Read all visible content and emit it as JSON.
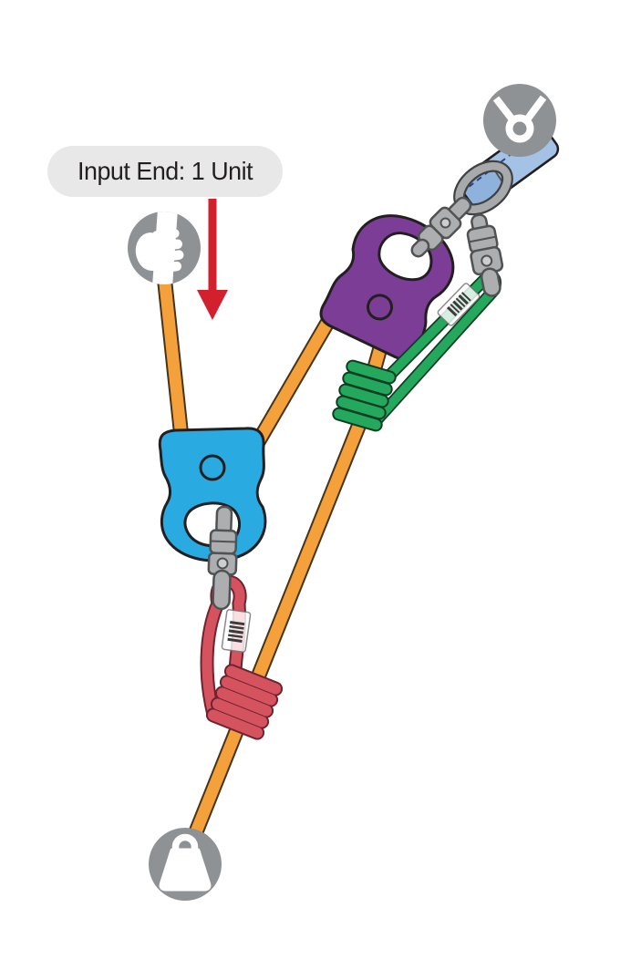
{
  "annotation": {
    "label": "Input End: 1 Unit",
    "arrow_direction": "down"
  },
  "icons": {
    "hand": "fist-grip-icon",
    "anchor": "anchor-ring-icon",
    "load": "weight-icon",
    "tags": "barcode-label"
  },
  "colors": {
    "background": "#FFFFFF",
    "rope": "#F5A13B",
    "rope_outline": "#473318",
    "pulley_blue": "#29ABE2",
    "pulley_purple": "#7C3D97",
    "prusik_green": "#24A85D",
    "prusik_green_outline": "#0F3D22",
    "prusik_red": "#D5535E",
    "prusik_red_outline": "#6E2430",
    "sling_blue": "#A3C2E6",
    "sling_blue_shade": "#8FB2DC",
    "sling_stitch": "#27477E",
    "metal_gray": "#ACAEB0",
    "metal_outline": "#515254",
    "icon_circle_gray": "#8F9294",
    "arrow_red": "#D2202E",
    "label_bg": "#E8E8E9",
    "label_text": "#231F20",
    "outline_dark": "#231F20"
  }
}
